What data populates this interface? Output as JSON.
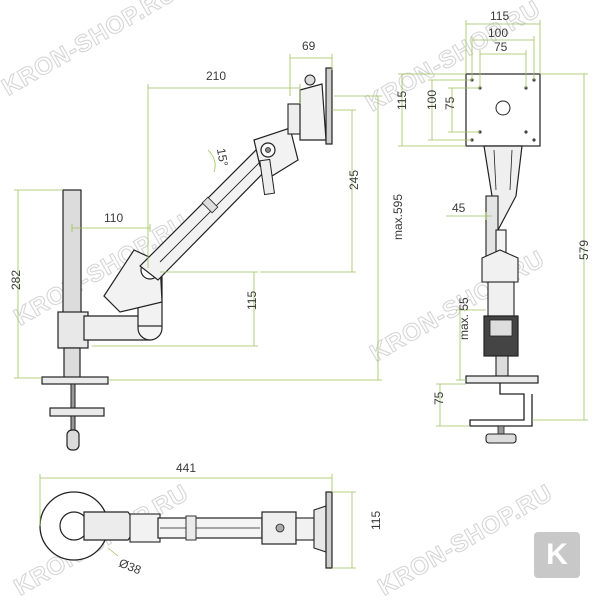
{
  "watermark": {
    "text": "KRON-SHOP.RU"
  },
  "logo": {
    "letter": "K",
    "color": "#c8c8c8"
  },
  "colors": {
    "dimension_line": "#9cc35a",
    "outline": "#222222",
    "pole_fill": "#dcdcdc"
  },
  "side_view": {
    "dims": {
      "top_offset": "69",
      "arm_reach": "210",
      "arm_angle": "15°",
      "pole_height": "282",
      "pole_to_joint": "110",
      "lower_height": "115",
      "upper_height": "245",
      "max_height": "max.595"
    }
  },
  "front_view": {
    "dims": {
      "plate_width": "115",
      "vesa_100": "100",
      "vesa_75": "75",
      "plate_height": "115",
      "vesa_100_v": "100",
      "vesa_75_v": "75",
      "column_width": "45",
      "total_height": "579",
      "max_clamp": "max. 55",
      "clamp_depth": "75"
    }
  },
  "top_view": {
    "dims": {
      "total_length": "441",
      "plate_height": "115",
      "pole_diameter": "Ø38"
    }
  }
}
